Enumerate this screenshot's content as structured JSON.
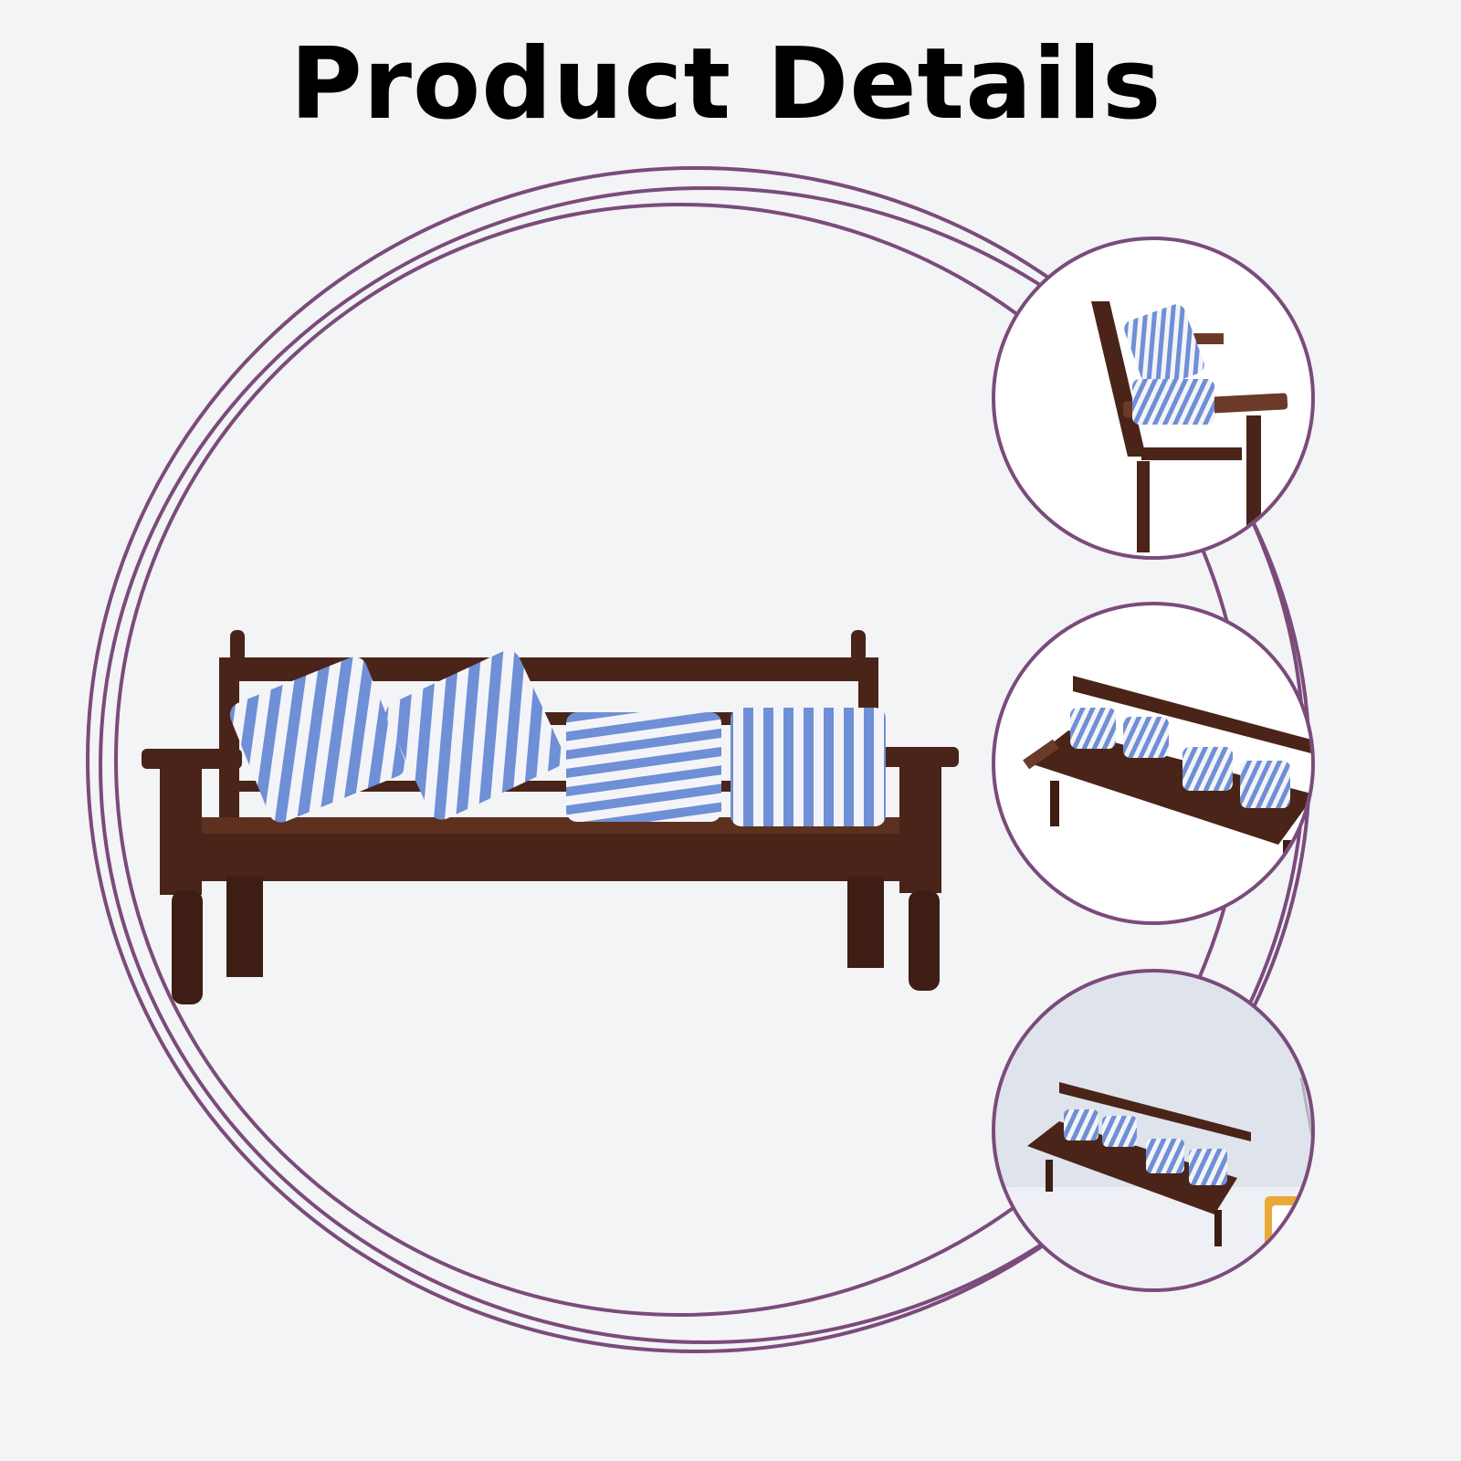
{
  "title": "Product Details",
  "colors": {
    "background": "#f2f4f6",
    "ring": "#7b4b7b",
    "wood": "#4a2418",
    "wood_light": "#6b3a28",
    "stripe_blue": "#6f8fd6",
    "stripe_white": "#f4f4f8"
  },
  "thumbnails": [
    {
      "view": "side-view"
    },
    {
      "view": "angled-view"
    },
    {
      "view": "room-scene"
    }
  ]
}
